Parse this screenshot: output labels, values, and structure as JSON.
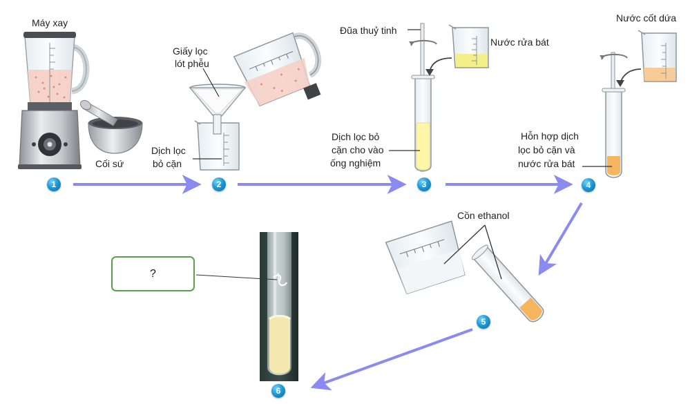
{
  "labels": {
    "blender": "Máy xay",
    "mortar": "Cối sứ",
    "filter_paper_line1": "Giấy lọc",
    "filter_paper_line2": "lót phễu",
    "filtrate_line1": "Dịch lọc",
    "filtrate_line2": "bỏ cặn",
    "glass_rod": "Đũa thuỷ tinh",
    "dish_soap": "Nước rửa bát",
    "step3_line1": "Dịch lọc bỏ",
    "step3_line2": "cặn cho vào",
    "step3_line3": "ống nghiệm",
    "pineapple_juice": "Nước cốt dứa",
    "step4_line1": "Hỗn hợp dịch",
    "step4_line2": "lọc bỏ cặn và",
    "step4_line3": "nước rửa bát",
    "ethanol": "Cồn ethanol",
    "question": "?"
  },
  "steps": [
    "1",
    "2",
    "3",
    "4",
    "5",
    "6"
  ],
  "colors": {
    "arrow": "#8a8af0",
    "badge": "#1e9ad6",
    "filtrate": "#fff6a8",
    "mixture": "#f6b55e",
    "question_border": "#5a9d4f"
  }
}
